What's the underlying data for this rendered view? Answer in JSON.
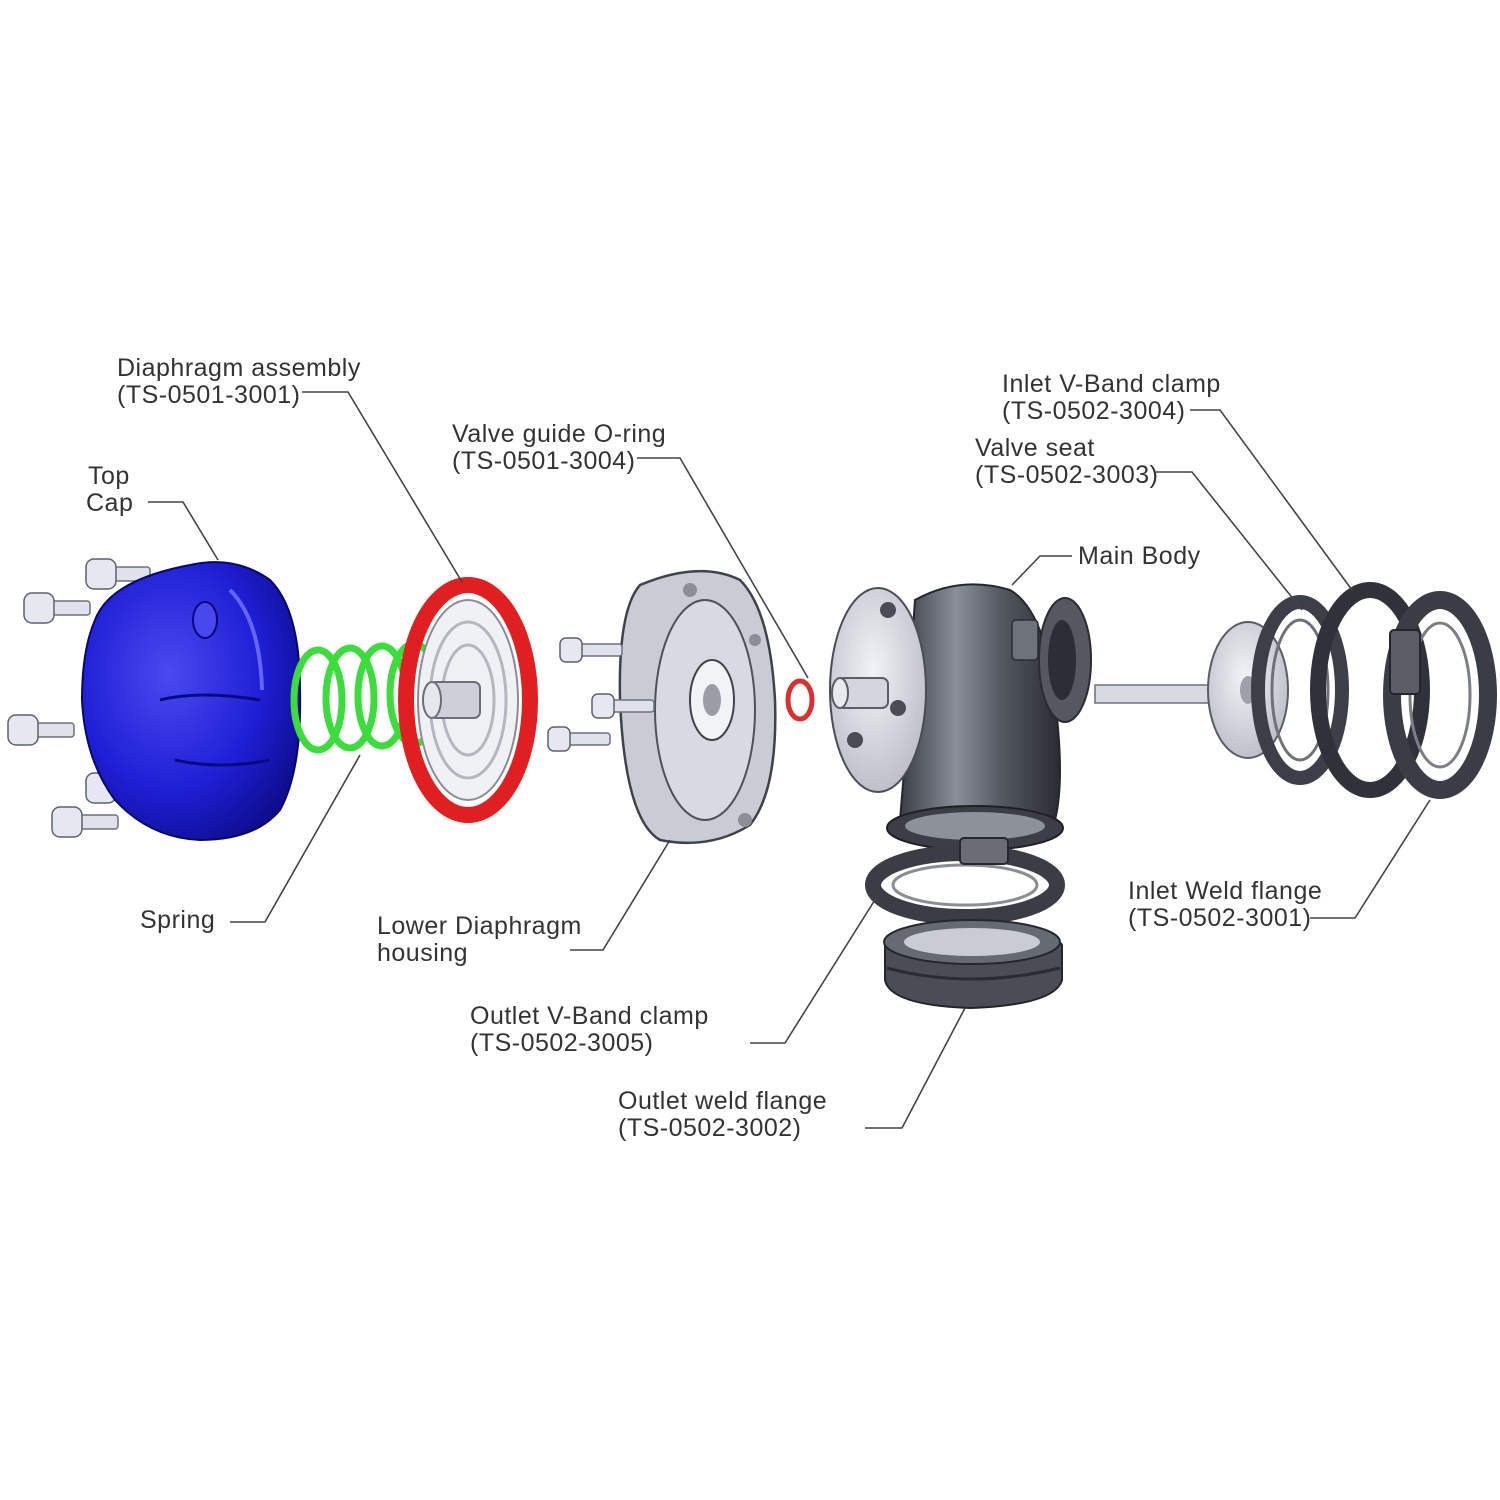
{
  "labels": {
    "diaphragm_assembly": {
      "name": "Diaphragm assembly",
      "part": "(TS-0501-3001)"
    },
    "top_cap": {
      "line1": "Top",
      "line2": "Cap"
    },
    "valve_guide_oring": {
      "name": "Valve guide O-ring",
      "part": "(TS-0501-3004)"
    },
    "inlet_vband_clamp": {
      "name": "Inlet V-Band clamp",
      "part": "(TS-0502-3004)"
    },
    "valve_seat": {
      "name": "Valve seat",
      "part": "(TS-0502-3003)"
    },
    "main_body": {
      "name": "Main Body"
    },
    "spring": {
      "name": "Spring"
    },
    "lower_diaphragm_housing": {
      "line1": "Lower Diaphragm",
      "line2": "housing"
    },
    "inlet_weld_flange": {
      "name": "Inlet Weld flange",
      "part": "(TS-0502-3001)"
    },
    "outlet_vband_clamp": {
      "name": "Outlet V-Band clamp",
      "part": "(TS-0502-3005)"
    },
    "outlet_weld_flange": {
      "name": "Outlet weld flange",
      "part": "(TS-0502-3002)"
    }
  },
  "colors": {
    "top_cap": "#1f1fd6",
    "spring": "#3ddc3d",
    "diaphragm": "#e02020",
    "oring": "#d83030",
    "metal_dark": "#4a4d55",
    "metal_light": "#d9dbe2"
  }
}
